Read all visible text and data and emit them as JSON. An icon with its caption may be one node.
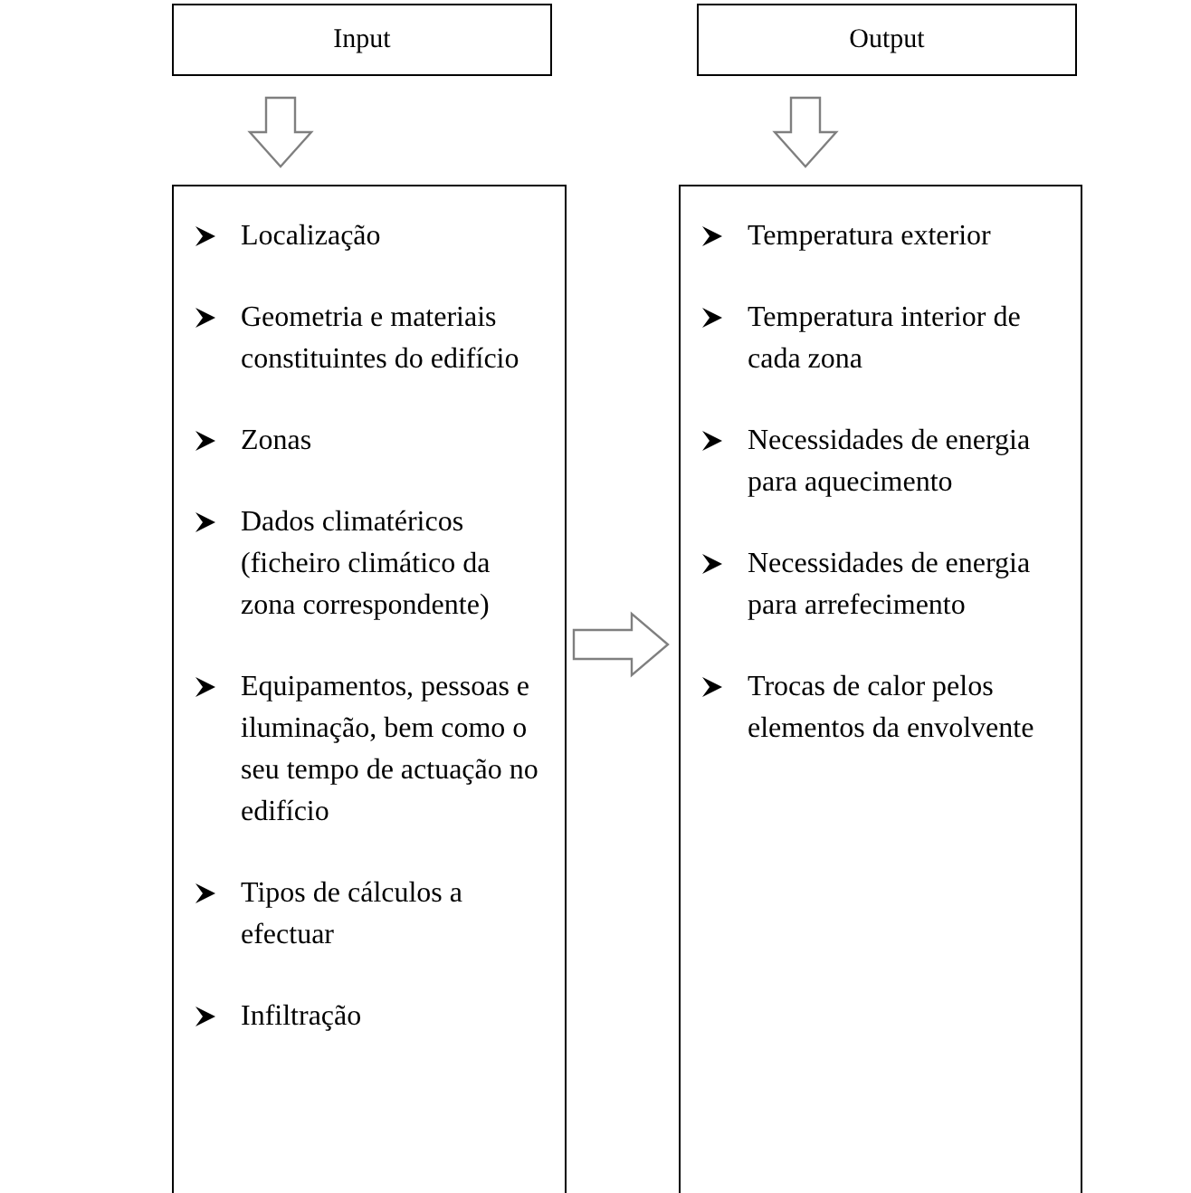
{
  "diagram": {
    "nodes": [
      {
        "text": [
          "Input"
        ]
      },
      {
        "text": [
          "Output"
        ]
      },
      {
        "text": [
          "Localização",
          "Geometria e materiais constituintes do edifício",
          "Zonas",
          "Dados climatéricos (ficheiro climático da zona correspondente)",
          "Equipamentos, pessoas e iluminação, bem como o seu tempo de actuação no edifício",
          "Tipos de cálculos a efectuar",
          "Infiltração"
        ]
      },
      {
        "text": [
          "Temperatura exterior",
          "Temperatura interior de cada zona",
          "Necessidades de energia para aquecimento",
          "Necessidades de energia para arrefecimento",
          "Trocas de calor pelos elementos da envolvente"
        ]
      }
    ],
    "edges": [
      {
        "from": 0,
        "to": 2,
        "arrow": "to"
      },
      {
        "from": 1,
        "to": 3,
        "arrow": "to"
      },
      {
        "from": 2,
        "to": 3,
        "arrow": "to"
      }
    ]
  }
}
